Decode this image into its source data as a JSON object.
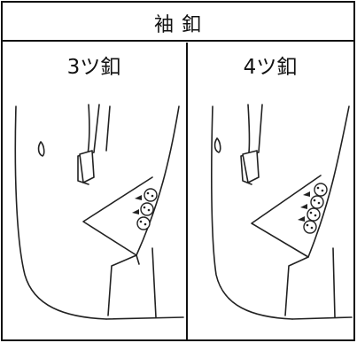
{
  "table": {
    "title": "袖 釦",
    "columns": [
      {
        "label": "3ツ釦",
        "buttons": 3
      },
      {
        "label": "4ツ釦",
        "buttons": 4
      }
    ]
  },
  "icons": {
    "left": "jacket-sleeve-3-buttons-icon",
    "right": "jacket-sleeve-4-buttons-icon"
  }
}
